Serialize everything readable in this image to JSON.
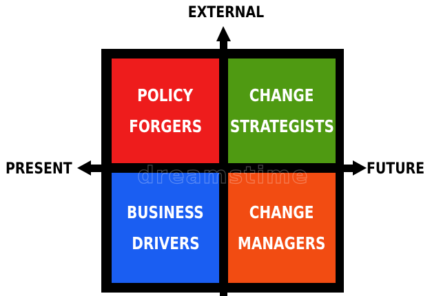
{
  "axes": {
    "top": "EXTERNAL",
    "left": "PRESENT",
    "right": "FUTURE"
  },
  "quadrants": [
    {
      "id": "top-left",
      "line1": "POLICY",
      "line2": "FORGERS",
      "color": "#ee1c1c"
    },
    {
      "id": "top-right",
      "line1": "CHANGE",
      "line2": "STRATEGISTS",
      "color": "#4f9a12"
    },
    {
      "id": "bottom-left",
      "line1": "BUSINESS",
      "line2": "DRIVERS",
      "color": "#1a5ef2"
    },
    {
      "id": "bottom-right",
      "line1": "CHANGE",
      "line2": "MANAGERS",
      "color": "#f24c12"
    }
  ],
  "watermark": "dreamstime"
}
